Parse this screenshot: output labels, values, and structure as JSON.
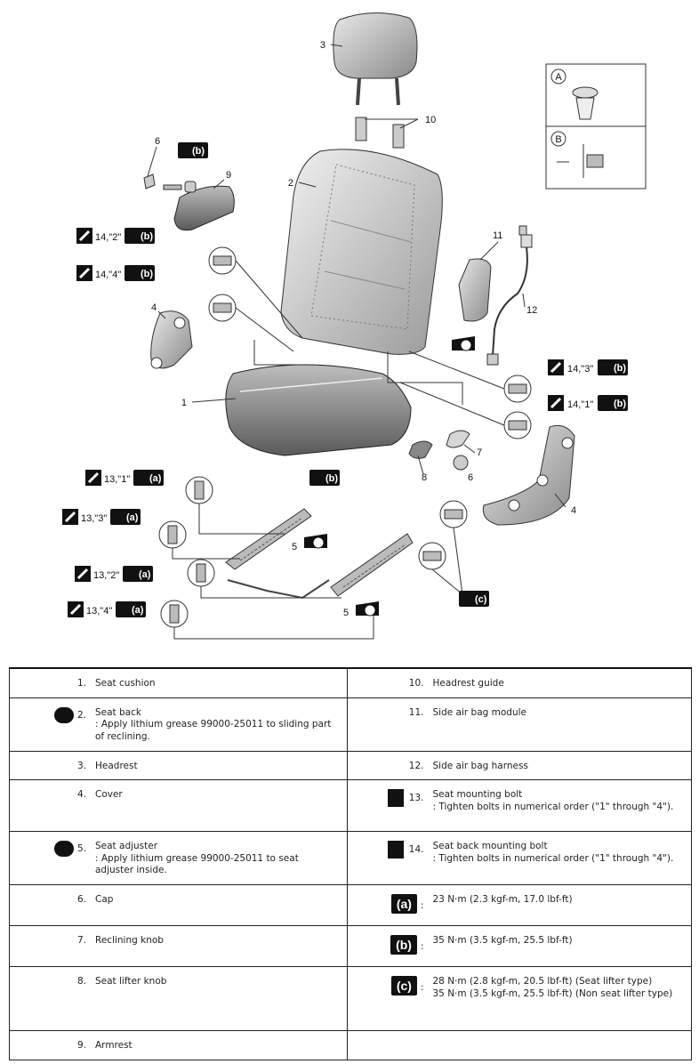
{
  "callouts": {
    "c1": "1",
    "c2": "2",
    "c3": "3",
    "c4a": "4",
    "c4b": "4",
    "c5a": "5",
    "c5b": "5",
    "c6a": "6",
    "c6b": "6",
    "c7": "7",
    "c8": "8",
    "c9": "9",
    "c10": "10",
    "c11": "11",
    "c12": "12",
    "t14_2": "14,\"2\"",
    "t14_4": "14,\"4\"",
    "t14_3": "14,\"3\"",
    "t14_1": "14,\"1\"",
    "t13_1": "13,\"1\"",
    "t13_3": "13,\"3\"",
    "t13_2": "13,\"2\"",
    "t13_4": "13,\"4\"",
    "wa": "(a)",
    "wb": "(b)",
    "wc": "(c)",
    "markA": "A",
    "markB": "B"
  },
  "legend": {
    "rows": [
      {
        "left": {
          "num": "1.",
          "title": "Seat cushion"
        },
        "right": {
          "num": "10.",
          "title": "Headrest guide"
        }
      },
      {
        "left": {
          "num": "2.",
          "title": "Seat back",
          "note": ": Apply lithium grease 99000-25011 to sliding part of reclining.",
          "icon": "grease-A-icon"
        },
        "right": {
          "num": "11.",
          "title": "Side air bag module"
        }
      },
      {
        "left": {
          "num": "3.",
          "title": "Headrest"
        },
        "right": {
          "num": "12.",
          "title": "Side air bag harness"
        }
      },
      {
        "left": {
          "num": "4.",
          "title": "Cover"
        },
        "right": {
          "num": "13.",
          "title": "Seat mounting bolt",
          "note": ": Tighten bolts in numerical order (\"1\" through \"4\").",
          "icon": "tighten-order-icon"
        }
      },
      {
        "left": {
          "num": "5.",
          "title": "Seat adjuster",
          "note": ": Apply lithium grease 99000-25011 to seat adjuster inside.",
          "icon": "grease-A-icon"
        },
        "right": {
          "num": "14.",
          "title": "Seat back mounting bolt",
          "note": ": Tighten bolts in numerical order (\"1\" through \"4\").",
          "icon": "tighten-order-icon"
        }
      },
      {
        "left": {
          "num": "6.",
          "title": "Cap"
        },
        "right": {
          "sym": "(a)",
          "title": "23 N·m (2.3 kgf-m, 17.0 lbf-ft)"
        }
      },
      {
        "left": {
          "num": "7.",
          "title": "Reclining knob"
        },
        "right": {
          "sym": "(b)",
          "title": "35 N·m (3.5 kgf-m, 25.5 lbf-ft)"
        }
      },
      {
        "left": {
          "num": "8.",
          "title": "Seat lifter knob"
        },
        "right": {
          "sym": "(c)",
          "title": "28 N·m (2.8 kgf-m, 20.5 lbf-ft) (Seat lifter type)",
          "note": "35 N·m (3.5 kgf-m, 25.5 lbf-ft) (Non seat lifter type)"
        }
      },
      {
        "left": {
          "num": "9.",
          "title": "Armrest"
        },
        "right": {}
      }
    ]
  }
}
